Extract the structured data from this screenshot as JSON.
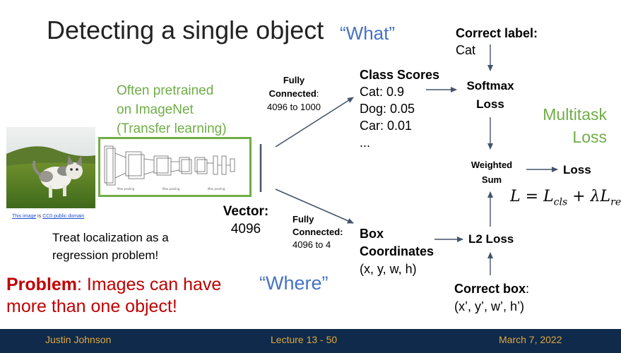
{
  "slide": {
    "title": "Detecting a single object",
    "what_label": "“What”",
    "where_label": "“Where”",
    "pretrained": {
      "line1": "Often pretrained",
      "line2": "on ImageNet",
      "line3": "(Transfer learning)"
    },
    "image_credit": {
      "link1": "This image",
      "middle": " is ",
      "link2": "CC0 public domain"
    },
    "vector": {
      "label": "Vector:",
      "size": "4096"
    },
    "fc_top": {
      "line1": "Fully",
      "line2": "Connected",
      "colon": ":",
      "line3": "4096 to 1000"
    },
    "fc_bottom": {
      "line1": "Fully",
      "line2": "Connected:",
      "line3": "4096 to 4"
    },
    "class_scores": {
      "title": "Class Scores",
      "items": [
        "Cat: 0.9",
        "Dog: 0.05",
        "Car: 0.01",
        "..."
      ]
    },
    "softmax": {
      "line1": "Softmax",
      "line2": "Loss"
    },
    "correct_label": {
      "title": "Correct label:",
      "value": "Cat"
    },
    "multitask": {
      "line1": "Multitask",
      "line2": "Loss"
    },
    "weighted_sum": {
      "line1": "Weighted",
      "line2": "Sum"
    },
    "loss": "Loss",
    "formula": {
      "lhs": "L = L",
      "sub1": "cls",
      "mid": " + λL",
      "sub2": "reg"
    },
    "box_coordinates": {
      "line1": "Box",
      "line2": "Coordinates",
      "line3": "(x, y, w, h)"
    },
    "l2_loss": "L2 Loss",
    "correct_box": {
      "title": "Correct box",
      "colon": ":",
      "value": "(x’, y’, w’, h’)"
    },
    "treat": {
      "line1": "Treat localization as a",
      "line2": "regression problem!"
    },
    "problem": {
      "bold": "Problem",
      "rest": ": Images can have",
      "line2": "more than one object!"
    }
  },
  "footer": {
    "author": "Justin Johnson",
    "lecture": "Lecture 13 -  50",
    "date": "March 7, 2022"
  },
  "colors": {
    "accent_blue": "#4472c4",
    "accent_green": "#70ad47",
    "problem_red": "#c00000",
    "footer_bg": "#0f2a4a",
    "footer_text": "#e0a83e",
    "arrow": "#44546a"
  }
}
